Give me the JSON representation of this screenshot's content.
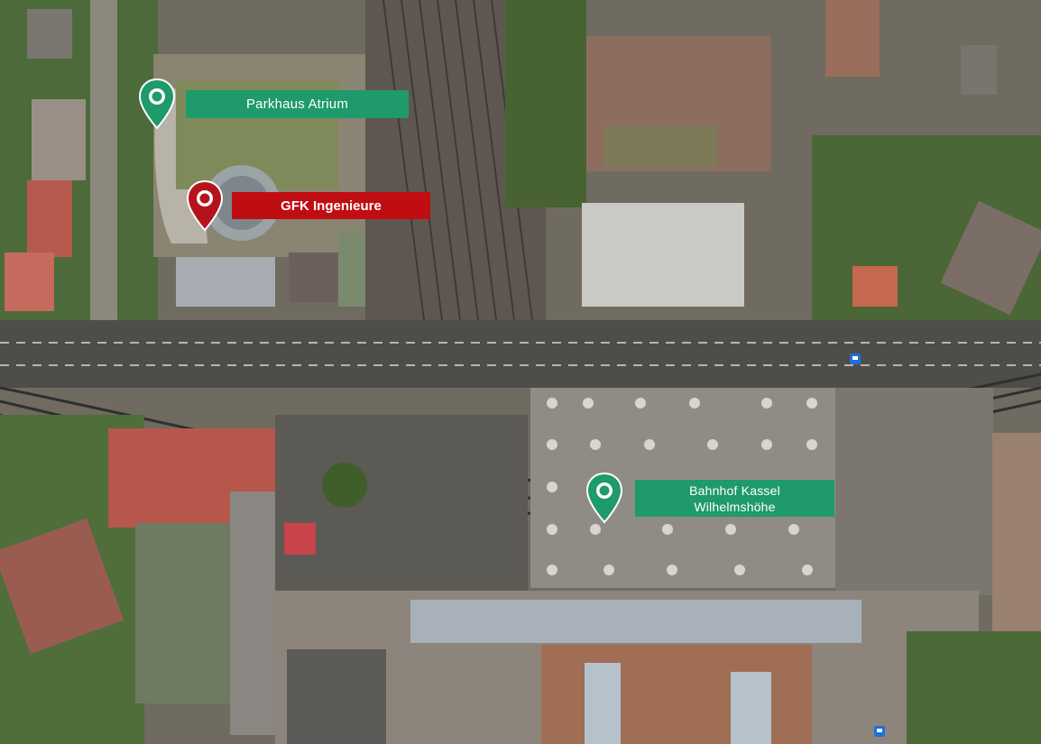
{
  "map": {
    "view": "satellite",
    "colors": {
      "green_label": "#1f9a6a",
      "green_pin": "#1f9a6a",
      "red_label": "#c00d12",
      "red_pin": "#b5131c"
    }
  },
  "markers": {
    "parkhaus": {
      "label": "Parkhaus Atrium",
      "icon": "map-pin-icon",
      "color": "green"
    },
    "gfk": {
      "label": "GFK Ingenieure",
      "icon": "map-pin-icon",
      "color": "red"
    },
    "bahnhof": {
      "line1": "Bahnhof Kassel",
      "line2": "Wilhelmshöhe",
      "icon": "map-pin-icon",
      "color": "green"
    }
  },
  "bus_stops": {
    "icon": "bus-stop-icon",
    "color": "#1e6fd9"
  }
}
